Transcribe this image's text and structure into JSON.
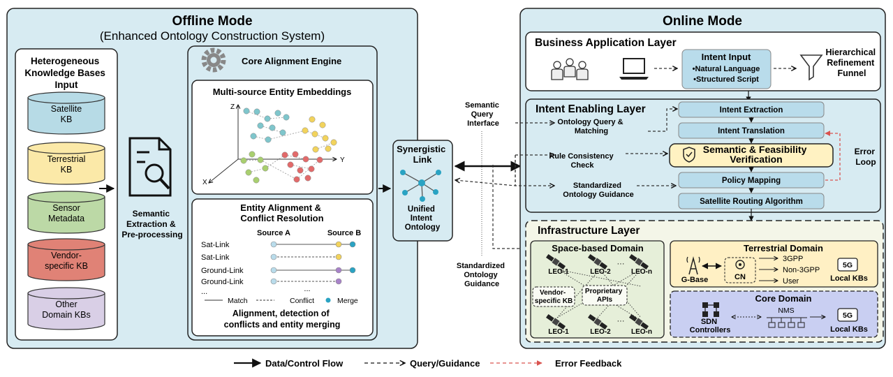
{
  "offline": {
    "title": "Offline Mode",
    "subtitle": "(Enhanced Ontology Construction System)",
    "kb_panel": {
      "title_lines": [
        "Heterogeneous",
        "Knowledge Bases",
        "Input"
      ],
      "kbs": [
        {
          "lines": [
            "Satellite",
            "KB"
          ],
          "color": "#b7dbe6"
        },
        {
          "lines": [
            "Terrestrial",
            "KB"
          ],
          "color": "#fbe9a8"
        },
        {
          "lines": [
            "Sensor",
            "Metadata"
          ],
          "color": "#bcd9a6"
        },
        {
          "lines": [
            "Vendor-",
            "specific KB"
          ],
          "color": "#e08276"
        },
        {
          "lines": [
            "Other",
            "Domain KBs"
          ],
          "color": "#d9cfe6"
        }
      ]
    },
    "extraction_lines": [
      "Semantic",
      "Extraction &",
      "Pre-processing"
    ],
    "engine": {
      "title": "Core Alignment Engine",
      "embeddings": {
        "title": "Multi-source Entity Embeddings",
        "axes": [
          "Z",
          "Y",
          "X"
        ]
      },
      "alignment": {
        "title_lines": [
          "Entity Alignment &",
          "Conflict Resolution"
        ],
        "source_a": "Source A",
        "source_b": "Source B",
        "rows": [
          "Sat-Link",
          "Sat-Link",
          "Ground-Link",
          "Ground-Link",
          "..."
        ],
        "ellipsis": "...",
        "legend": {
          "match": "Match",
          "conflict": "Conflict",
          "merge": "Merge"
        },
        "caption_lines": [
          "Alignment, detection of",
          "conflicts and entity merging"
        ]
      }
    }
  },
  "synergistic": {
    "title_lines": [
      "Synergistic",
      "Link"
    ],
    "caption_lines": [
      "Unified",
      "Intent",
      "Ontology"
    ]
  },
  "interfaces": {
    "semantic_lines": [
      "Semantic",
      "Query",
      "Interface"
    ],
    "guidance_lines": [
      "Standardized",
      "Ontology",
      "Guidance"
    ]
  },
  "online": {
    "title": "Online Mode",
    "business": {
      "title": "Business Application Layer",
      "intent_input": {
        "title": "Intent Input",
        "items": [
          "•Natural Language",
          "•Structured Script"
        ]
      },
      "funnel_lines": [
        "Hierarchical",
        "Refinement",
        "Funnel"
      ]
    },
    "enabling": {
      "title": "Intent Enabling Layer",
      "side_labels": [
        {
          "lines": [
            "Ontology Query &",
            "Matching"
          ]
        },
        {
          "lines": [
            "Rule Consistency",
            "Check"
          ]
        },
        {
          "lines": [
            "Standardized",
            "Ontology Guidance"
          ]
        }
      ],
      "steps": [
        "Intent Extraction",
        "Intent Translation",
        "Policy Mapping",
        "Satellite Routing Algorithm"
      ],
      "verify_lines": [
        "Semantic & Feasibility",
        "Verification"
      ],
      "error_lines": [
        "Error",
        "Loop"
      ]
    },
    "infra": {
      "title": "Infrastructure Layer",
      "space": {
        "title": "Space-based Domain",
        "sat_top": [
          "LEO-1",
          "LEO-2",
          "LEO-n"
        ],
        "sat_bottom": [
          "LEO-1",
          "LEO-2",
          "LEO-n"
        ],
        "ellipsis": "···",
        "vendor_lines": [
          "Vendor-",
          "specific KB"
        ],
        "apis_lines": [
          "Proprietary",
          "APIs"
        ]
      },
      "terrestrial": {
        "title": "Terrestrial Domain",
        "gbase": "G-Base",
        "cn": "CN",
        "links": [
          "3GPP",
          "Non-3GPP",
          "User"
        ],
        "badge": "5G",
        "local": "Local KBs"
      },
      "core": {
        "title": "Core Domain",
        "sdn_lines": [
          "SDN",
          "Controllers"
        ],
        "nms": "NMS",
        "badge": "5G",
        "local": "Local KBs"
      }
    }
  },
  "legend": {
    "data_flow": "Data/Control Flow",
    "query": "Query/Guidance",
    "error": "Error Feedback"
  },
  "colors": {
    "panel": "#d7ebf2",
    "node": "#b9dceb",
    "verify": "#fff2c2",
    "space": "#e6efd9",
    "terrestrial": "#fff0c4",
    "core": "#c9cff2",
    "error": "#d9534f"
  }
}
